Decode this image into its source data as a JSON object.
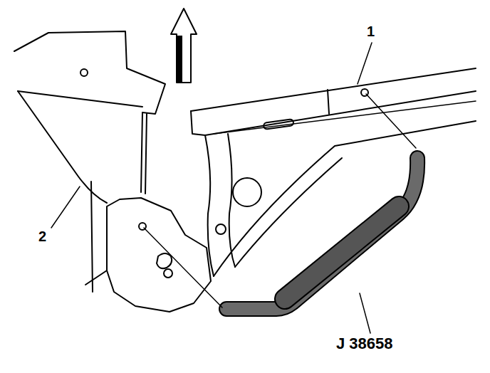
{
  "diagram": {
    "labels": [
      "1",
      "2",
      "J 38658"
    ]
  }
}
